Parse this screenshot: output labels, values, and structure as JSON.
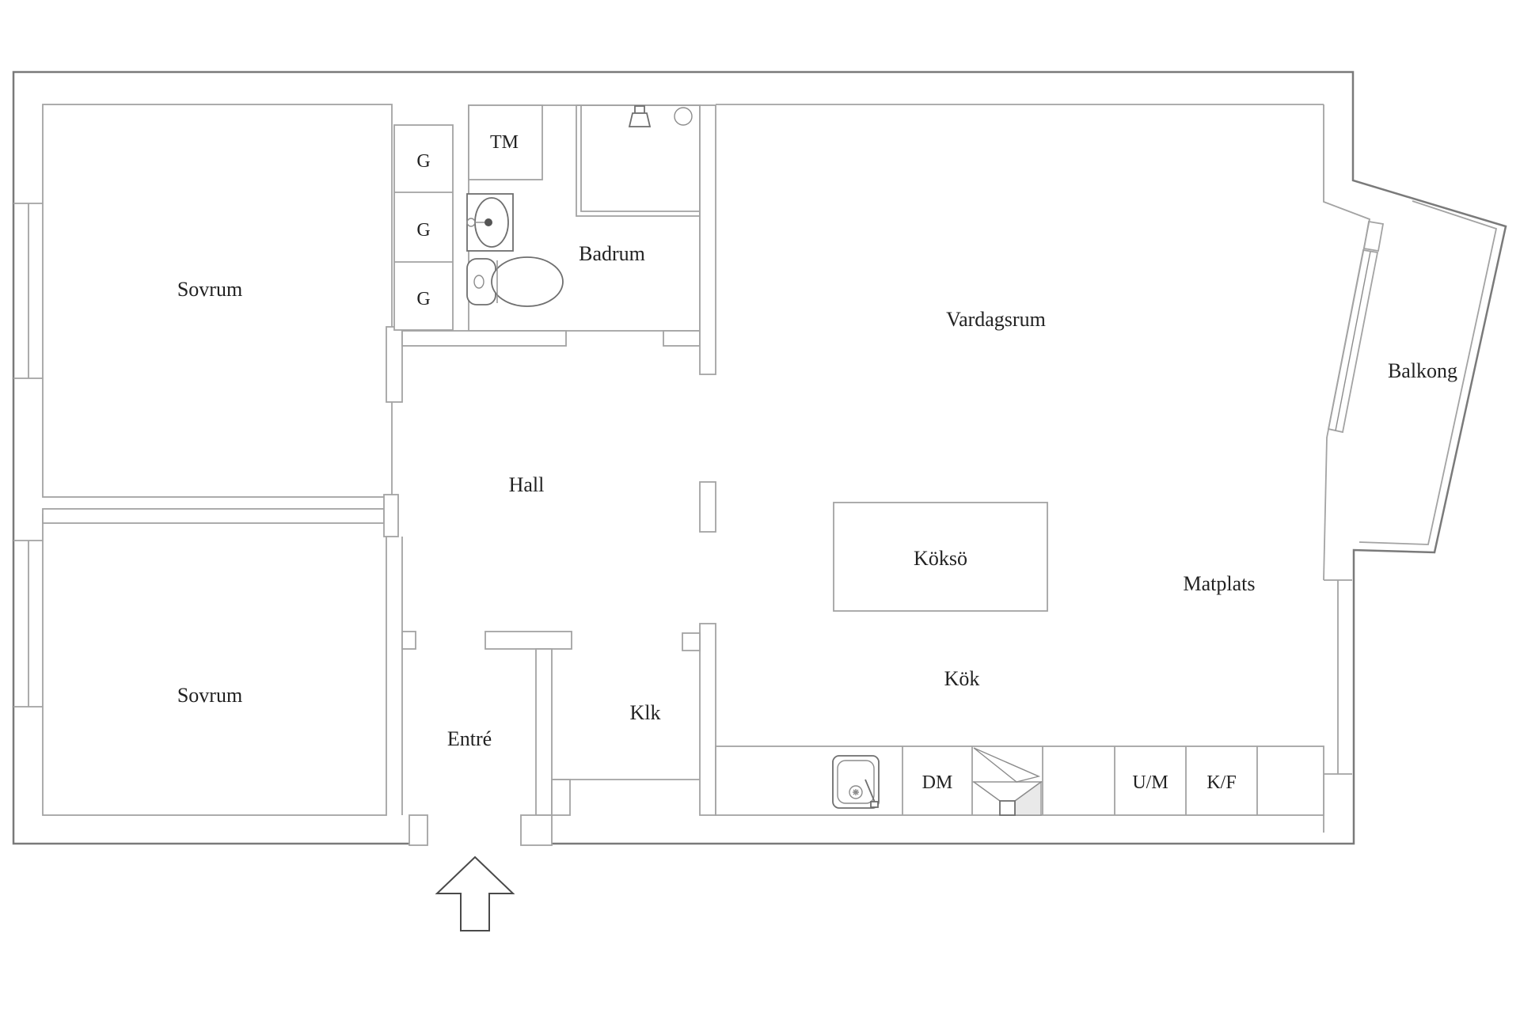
{
  "plan": {
    "type": "apartment-floor-plan",
    "language": "sv",
    "colors": {
      "background": "#ffffff",
      "wall_outer": "#7a7a7a",
      "wall_inner": "#a3a3a3",
      "text": "#222222",
      "appliance_shade": "#e9e9e9"
    },
    "rooms": [
      {
        "id": "sovrum-1",
        "label": "Sovrum"
      },
      {
        "id": "sovrum-2",
        "label": "Sovrum"
      },
      {
        "id": "badrum",
        "label": "Badrum"
      },
      {
        "id": "hall",
        "label": "Hall"
      },
      {
        "id": "vardagsrum",
        "label": "Vardagsrum"
      },
      {
        "id": "kok",
        "label": "Kök"
      },
      {
        "id": "matplats",
        "label": "Matplats"
      },
      {
        "id": "entre",
        "label": "Entré"
      },
      {
        "id": "klk",
        "label": "Klk"
      },
      {
        "id": "balkong",
        "label": "Balkong"
      },
      {
        "id": "kokso",
        "label": "Köksö"
      }
    ],
    "wardrobes": [
      {
        "label": "G"
      },
      {
        "label": "G"
      },
      {
        "label": "G"
      }
    ],
    "appliances": [
      {
        "id": "tvattmaskin",
        "label": "TM"
      },
      {
        "id": "diskmaskin",
        "label": "DM"
      },
      {
        "id": "ugn-micro",
        "label": "U/M"
      },
      {
        "id": "kyl-frys",
        "label": "K/F"
      }
    ]
  }
}
